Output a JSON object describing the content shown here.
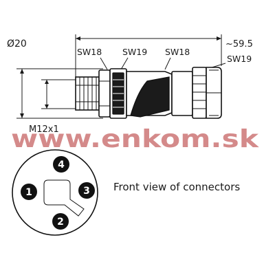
{
  "dimensions": {
    "diameter": "Ø20",
    "overall_length": "~59.5",
    "thread": "M12x1",
    "wrench_1": "SW18",
    "wrench_2": "SW19",
    "wrench_3": "SW18",
    "wrench_4": "SW19"
  },
  "watermark": "www.enkom.sk",
  "front_view": {
    "caption": "Front view of connectors",
    "pins": [
      "1",
      "2",
      "3",
      "4"
    ]
  },
  "colors": {
    "line": "#111111",
    "watermark": "#c96a6a",
    "pin": "#111111"
  }
}
